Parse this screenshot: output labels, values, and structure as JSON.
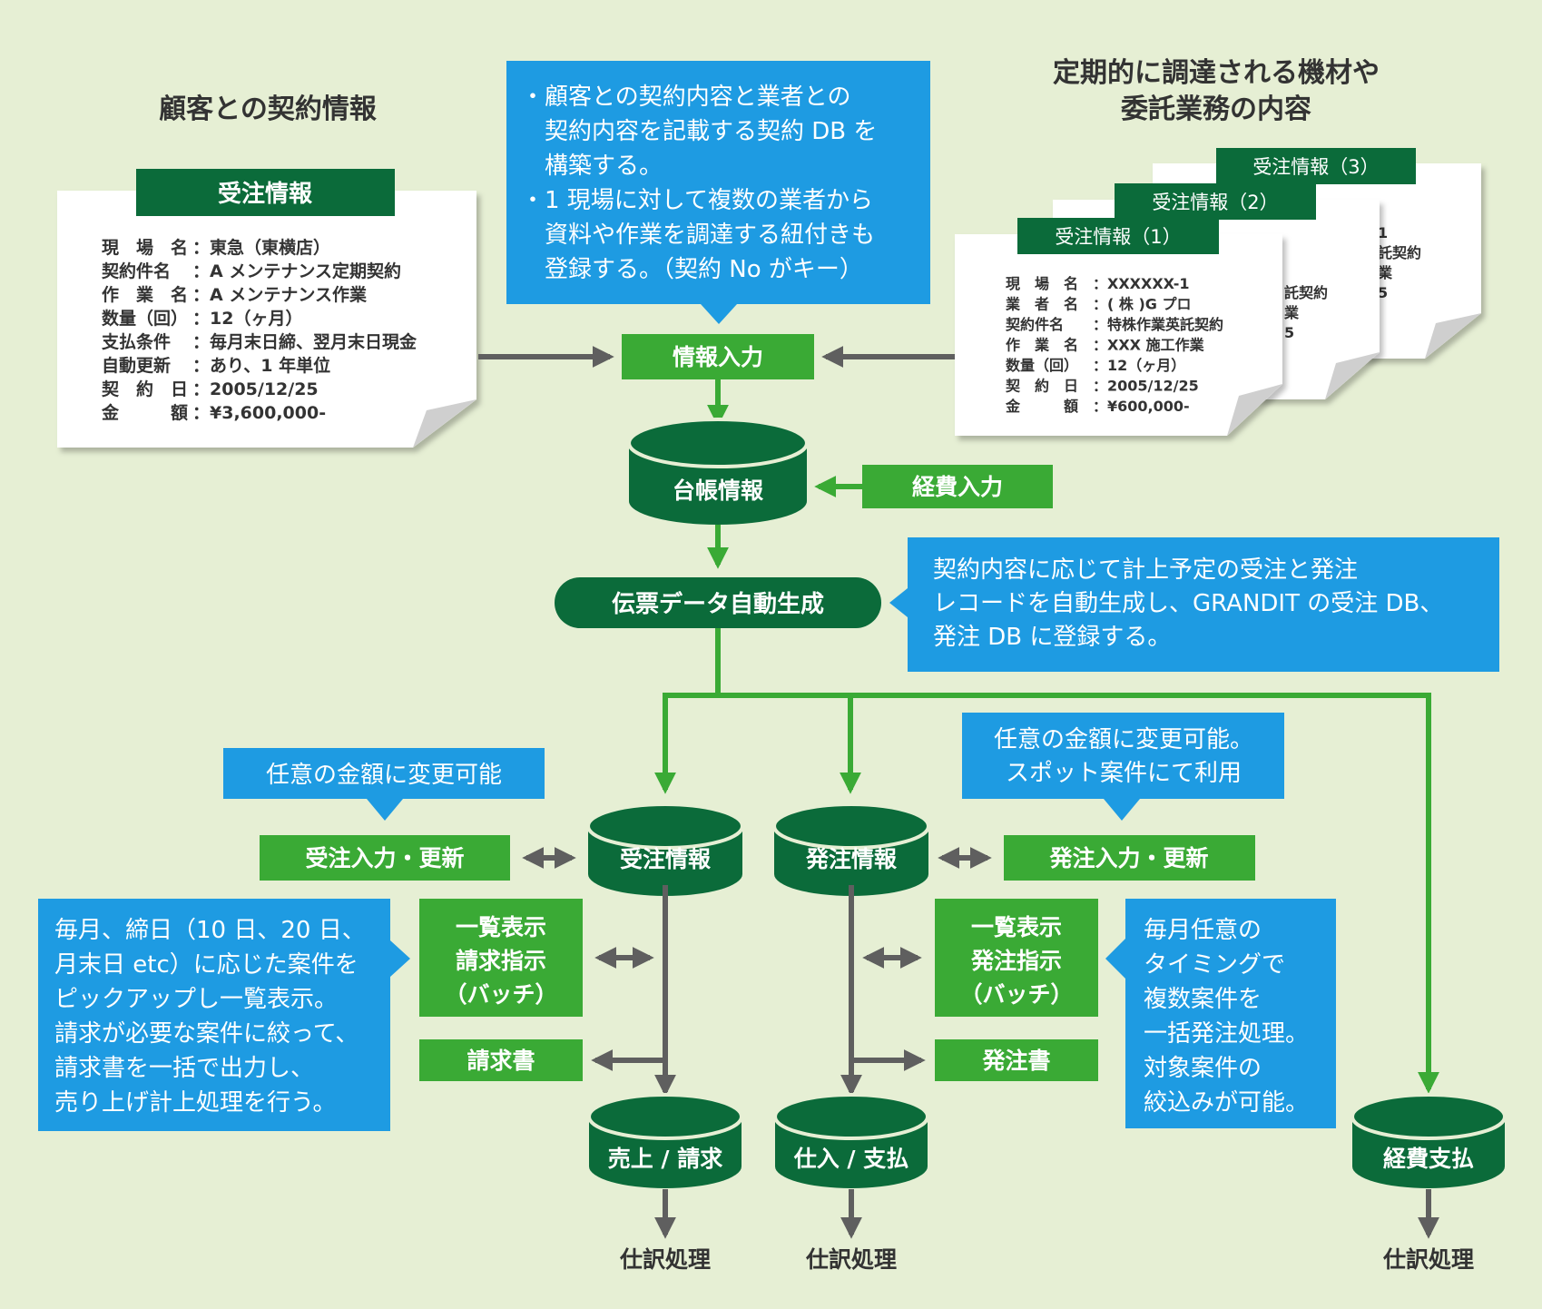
{
  "colors": {
    "background": "#e6efd4",
    "dark_green": "#0b6b3a",
    "green": "#3aaa35",
    "blue": "#1e9be2",
    "gray": "#5f5f5f",
    "text": "#333333"
  },
  "headings": {
    "customer_contract": "顧客との契約情報",
    "procurement_line1": "定期的に調達される機材や",
    "procurement_line2": "委託業務の内容"
  },
  "customer_doc": {
    "title": "受注情報",
    "rows": [
      {
        "label": "現　場　名",
        "value": "：東急（東横店）"
      },
      {
        "label": "契約件名",
        "value": "：A メンテナンス定期契約"
      },
      {
        "label": "作　業　名",
        "value": "：A メンテナンス作業"
      },
      {
        "label": "数量（回）",
        "value": "：12（ヶ月）"
      },
      {
        "label": "支払条件",
        "value": "：毎月末日締、翌月末日現金"
      },
      {
        "label": "自動更新",
        "value": "：あり、1 年単位"
      },
      {
        "label": "契　約　日",
        "value": "：2005/12/25"
      },
      {
        "label": "金　　　額",
        "value": "：¥3,600,000-"
      }
    ]
  },
  "vendor_docs": {
    "tab1": "受注情報（1）",
    "tab2": "受注情報（2）",
    "tab3": "受注情報（3）",
    "rows": [
      {
        "label": "現　場　名",
        "value": "：XXXXXX-1"
      },
      {
        "label": "業　者　名",
        "value": "：( 株 )G プロ"
      },
      {
        "label": "契約件名",
        "value": "：特株作業英託契約"
      },
      {
        "label": "作　業　名",
        "value": "：XXX 施工作業"
      },
      {
        "label": "数量（回）",
        "value": "：12（ヶ月）"
      },
      {
        "label": "契　約　日",
        "value": "：2005/12/25"
      },
      {
        "label": "金　　　額",
        "value": "：¥600,000-"
      }
    ],
    "peek2": [
      "託契約",
      "業",
      "5"
    ],
    "peek3": [
      "1",
      "託契約",
      "業",
      "5"
    ]
  },
  "callouts": {
    "top": [
      "・顧客との契約内容と業者との",
      "　契約内容を記載する契約 DB を",
      "　構築する。",
      "・1 現場に対して複数の業者から",
      "　資料や作業を調達する紐付きも",
      "　登録する。（契約 No がキー）"
    ],
    "auto": [
      "契約内容に応じて計上予定の受注と発注",
      "レコードを自動生成し、GRANDIT の受注 DB、",
      "発注 DB に登録する。"
    ],
    "order_change": [
      "任意の金額に変更可能"
    ],
    "purchase_change": [
      "任意の金額に変更可能。",
      "スポット案件にて利用"
    ],
    "billing": [
      "毎月、締日（10 日、20 日、",
      "月末日 etc）に応じた案件を",
      "ピックアップし一覧表示。",
      "請求が必要な案件に絞って、",
      "請求書を一括で出力し、",
      "売り上げ計上処理を行う。"
    ],
    "purchase_batch": [
      "毎月任意の",
      "タイミングで",
      "複数案件を",
      "一括発注処理。",
      "対象案件の",
      "絞込みが可能。"
    ]
  },
  "boxes": {
    "info_input": "情報入力",
    "expense_input": "経費入力",
    "auto_generate": "伝票データ自動生成",
    "order_update": "受注入力・更新",
    "purchase_update": "発注入力・更新",
    "billing_batch": [
      "一覧表示",
      "請求指示",
      "（バッチ）"
    ],
    "purchase_batch": [
      "一覧表示",
      "発注指示",
      "（バッチ）"
    ],
    "invoice": "請求書",
    "purchase_order": "発注書"
  },
  "databases": {
    "ledger": "台帳情報",
    "order": "受注情報",
    "purchase": "発注情報",
    "sales": "売上 / 請求",
    "payables": "仕入 / 支払",
    "expense": "経費支払"
  },
  "outputs": {
    "journal1": "仕訳処理",
    "journal2": "仕訳処理",
    "journal3": "仕訳処理"
  }
}
